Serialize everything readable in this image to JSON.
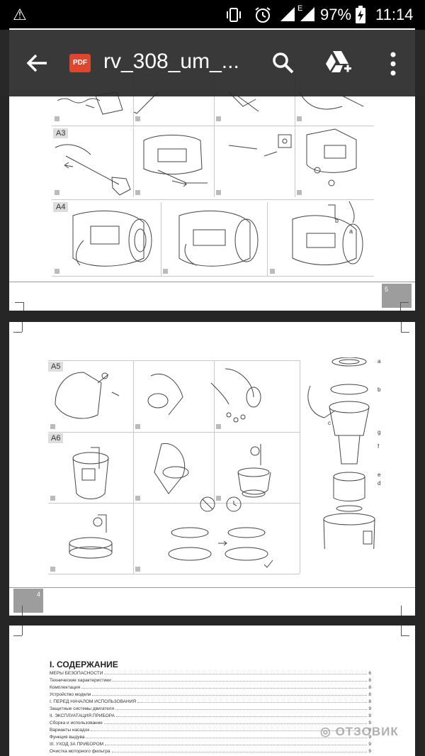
{
  "status_bar": {
    "time": "11:14",
    "battery": "97%",
    "network": "E"
  },
  "app_bar": {
    "title": "rv_308_um_...",
    "file_badge": "PDF",
    "icons": [
      "back-arrow-icon",
      "search-icon",
      "drive-add-icon",
      "overflow-menu-icon"
    ]
  },
  "page1": {
    "sections": [
      "A3",
      "A4"
    ],
    "page_number": "5"
  },
  "page2": {
    "sections": [
      "A5",
      "A6"
    ],
    "parts_labels": [
      "a",
      "b",
      "c",
      "g",
      "f",
      "e",
      "d"
    ],
    "page_number": "4"
  },
  "page3": {
    "title": "I. СОДЕРЖАНИЕ",
    "toc": [
      {
        "text": "МЕРЫ БЕЗОПАСНОСТИ",
        "page": "6"
      },
      {
        "text": "Технические характеристики",
        "page": "8"
      },
      {
        "text": "Комплектация",
        "page": "8"
      },
      {
        "text": "Устройство модели",
        "page": "8"
      },
      {
        "text": "I. ПЕРЕД НАЧАЛОМ ИСПОЛЬЗОВАНИЯ",
        "page": "8"
      },
      {
        "text": "Защитные системы двигателя",
        "page": "9"
      },
      {
        "text": "II. ЭКСПЛУАТАЦИЯ ПРИБОРА",
        "page": "9"
      },
      {
        "text": "Сборка и использование",
        "page": "9"
      },
      {
        "text": "Варианты насадок",
        "page": "9"
      },
      {
        "text": "Функция выдува",
        "page": "9"
      },
      {
        "text": "III. УХОД ЗА ПРИБОРОМ",
        "page": "9"
      },
      {
        "text": "Очистка моторного фильтра",
        "page": "9"
      }
    ]
  },
  "watermark": "ОТЗОВИК"
}
